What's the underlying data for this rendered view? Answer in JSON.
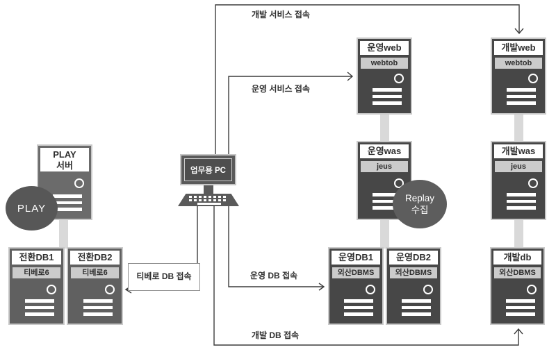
{
  "colors": {
    "server_dark": "#474747",
    "server_light": "#606060",
    "play_server": "#6b6b6b",
    "badge_gray": "#575757",
    "band_gray": "#cbcbcb",
    "connector_bar": "#d9d9d9",
    "wire": "#3c3c3c",
    "background": "#ffffff"
  },
  "nodes": {
    "play_server": {
      "title_line1": "PLAY",
      "title_line2": "서버"
    },
    "play_badge": {
      "label": "PLAY"
    },
    "conv_db1": {
      "title": "전환DB1",
      "band": "티베로6"
    },
    "conv_db2": {
      "title": "전환DB2",
      "band": "티베로6"
    },
    "work_pc": {
      "label": "업무용 PC"
    },
    "ops_web": {
      "title": "운영web",
      "band": "webtob"
    },
    "ops_was": {
      "title": "운영was",
      "band": "jeus"
    },
    "ops_db1": {
      "title": "운영DB1",
      "band": "외산DBMS"
    },
    "ops_db2": {
      "title": "운영DB2",
      "band": "외산DBMS"
    },
    "dev_web": {
      "title": "개발web",
      "band": "webtob"
    },
    "dev_was": {
      "title": "개발was",
      "band": "jeus"
    },
    "dev_db": {
      "title": "개발db",
      "band": "외산DBMS"
    },
    "replay_badge": {
      "line1": "Replay",
      "line2": "수집"
    }
  },
  "edges": {
    "dev_service": {
      "label": "개발 서비스 접속"
    },
    "ops_service": {
      "label": "운영 서비스 접속"
    },
    "tibero_db": {
      "label": "티베로 DB 접속"
    },
    "ops_db": {
      "label": "운영 DB 접속"
    },
    "dev_db": {
      "label": "개발 DB 접속"
    }
  }
}
